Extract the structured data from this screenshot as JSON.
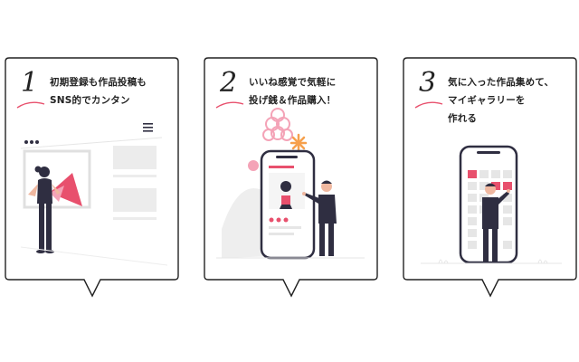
{
  "steps": [
    {
      "number": "1",
      "lines": [
        "初期登録も作品投稿も",
        "SNS的でカンタン"
      ]
    },
    {
      "number": "2",
      "lines": [
        "いいね感覚で気軽に",
        "投げ銭＆作品購入！"
      ]
    },
    {
      "number": "3",
      "lines": [
        "気に入った作品集めて、",
        "マイギャラリーを",
        "作れる"
      ]
    }
  ],
  "colors": {
    "accent": "#e8506d",
    "pink_soft": "#f4a3b7",
    "orange": "#f6a04d",
    "dark": "#2f2e41",
    "gray": "#e6e6e6"
  },
  "icons": [
    "speech-bubble-tail",
    "browser-window-illustration",
    "smartphone-illustration",
    "heart-icon",
    "flower-icon",
    "asterisk-icon"
  ]
}
